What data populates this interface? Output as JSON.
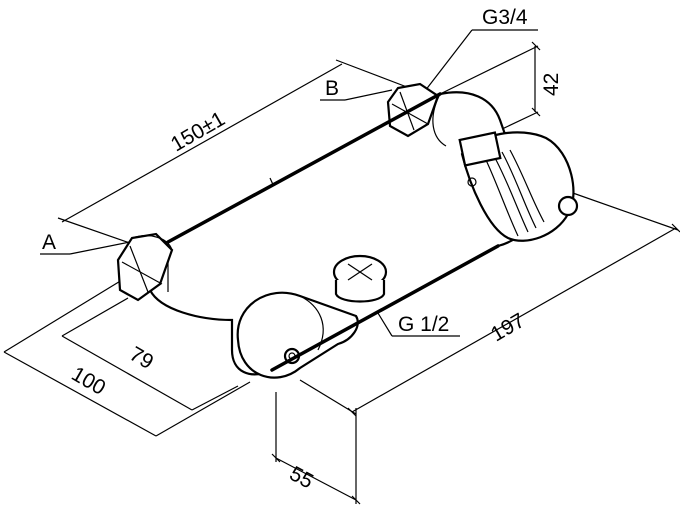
{
  "diagram": {
    "dimensions": {
      "centers": "150±1",
      "depth": "42",
      "length": "197",
      "outlet_offset": "79",
      "total_depth": "100",
      "outlet_spacing": "55"
    },
    "callouts": {
      "inlet_a": "A",
      "inlet_b": "B",
      "thread_top": "G3/4",
      "thread_outlet": "G 1/2"
    },
    "colors": {
      "line": "#000000",
      "background": "#ffffff"
    }
  }
}
